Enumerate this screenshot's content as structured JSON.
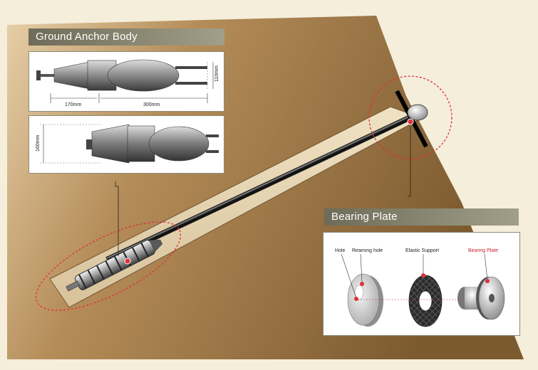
{
  "ground_anchor": {
    "title": "Ground Anchor Body",
    "dim_left": "170mm",
    "dim_right": "300mm",
    "dim_height_top": "110mm",
    "dim_height_bottom": "160mm"
  },
  "bearing_plate": {
    "title": "Bearing Plate",
    "labels": {
      "hole": "Hole",
      "reaming_hole": "Reaming hole",
      "elastic_support": "Elastic Support",
      "bearing_plate": "Bearing Plate"
    },
    "highlight_color": "#d3202a"
  },
  "colors": {
    "ground": "#8c6a3c",
    "accent_red": "#e0303a",
    "panel_header": "#7c7964"
  }
}
